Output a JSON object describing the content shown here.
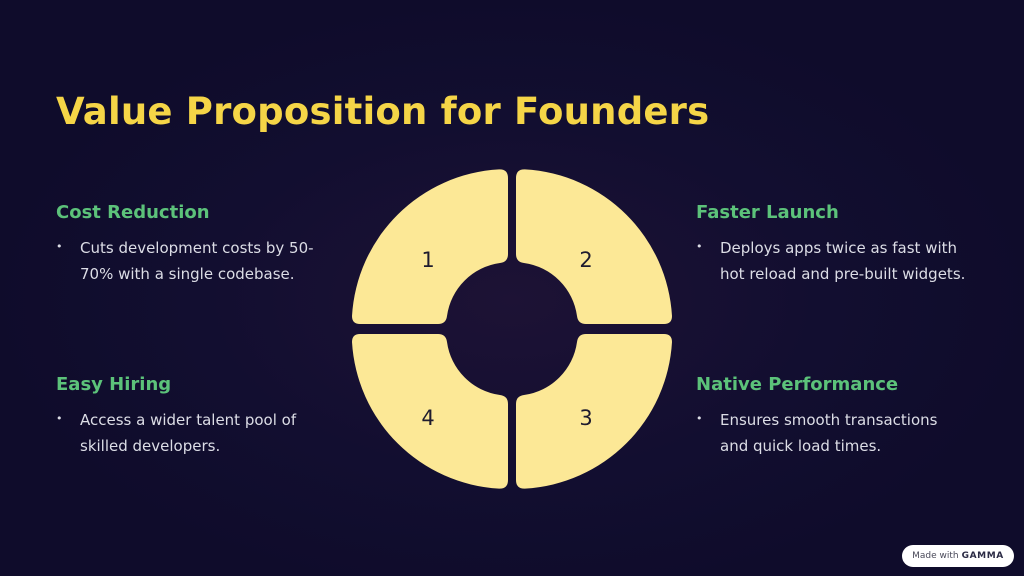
{
  "title": "Value Proposition for Founders",
  "blocks": [
    {
      "heading": "Cost Reduction",
      "text": "Cuts development costs by 50-70% with a single codebase."
    },
    {
      "heading": "Faster Launch",
      "text": "Deploys apps twice as fast with hot reload and pre-built widgets."
    },
    {
      "heading": "Easy Hiring",
      "text": "Access a wider talent pool of skilled developers."
    },
    {
      "heading": "Native Performance",
      "text": "Ensures smooth transactions and quick load times."
    }
  ],
  "wheel": {
    "segments": [
      "1",
      "2",
      "3",
      "4"
    ],
    "color": "#fce896"
  },
  "colors": {
    "title": "#f5d547",
    "heading": "#5cc27a",
    "background": "#120e30"
  },
  "badge": {
    "prefix": "Made with",
    "brand": "GAMMA"
  }
}
